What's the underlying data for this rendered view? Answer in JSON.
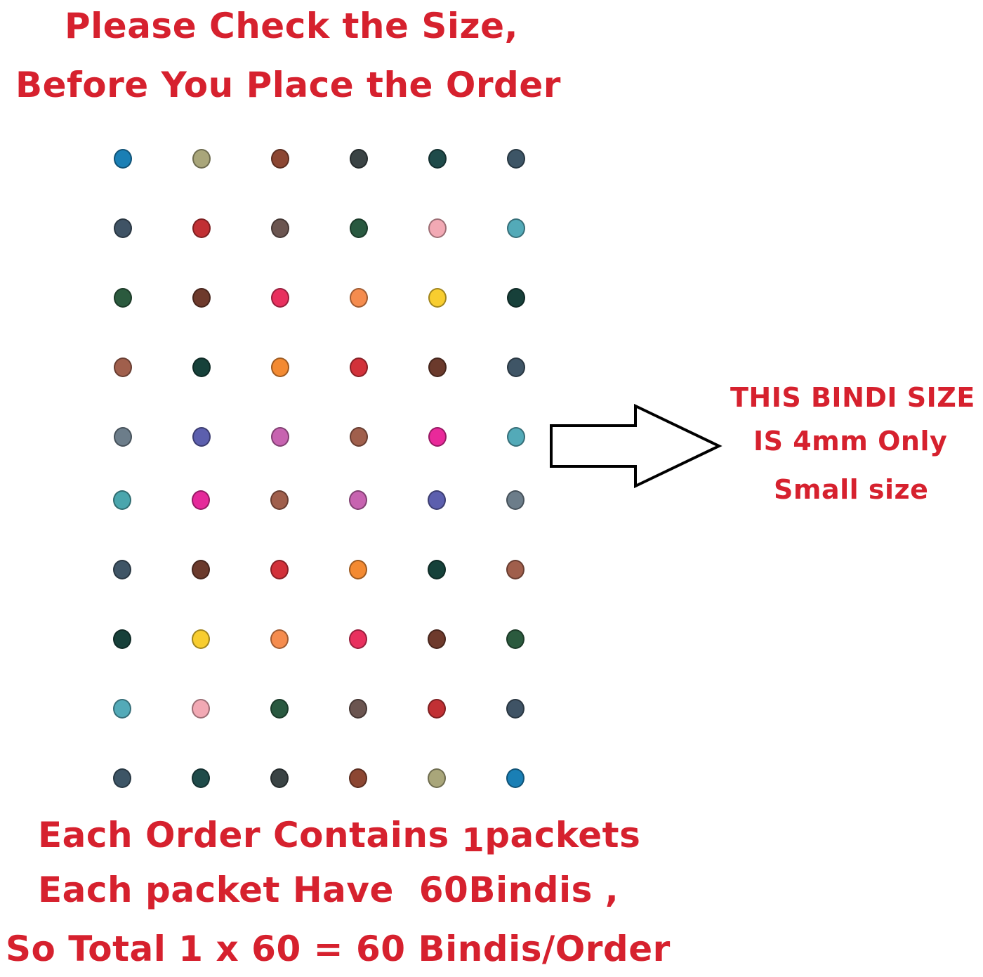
{
  "heading": {
    "line1": "Please Check the Size,",
    "line2": "Before You Place the Order"
  },
  "side_note": {
    "line1": "THIS BINDI SIZE",
    "line2": "IS 4mm Only",
    "line3": "Small size"
  },
  "footer": {
    "line1_text": "Each Order Contains",
    "line1_qty": "1",
    "line1_unit": "packets",
    "line2_text": "Each packet Have",
    "line2_qty": "60",
    "line2_unit": "Bindis ,",
    "line3_text": "So Total",
    "line3_calc": "1 x 60 = 60",
    "line3_unit": "Bindis/Order"
  },
  "colors": {
    "text_red": "#d6212e",
    "arrow_stroke": "#000000"
  },
  "arrow_icon": "right-arrow-outline",
  "dot_grid": {
    "columns": 6,
    "rows": 10,
    "col_x": [
      175,
      287,
      399,
      511,
      623,
      735
    ],
    "row_y": [
      226,
      325,
      424,
      523,
      622,
      712,
      811,
      910,
      1009,
      1108
    ],
    "colors": [
      [
        "#1a7fb5",
        "#a9a67a",
        "#8c4632",
        "#3a4344",
        "#1f4b4a",
        "#3d5566"
      ],
      [
        "#3f5365",
        "#c13034",
        "#6b5550",
        "#295940",
        "#f2a9b4",
        "#53aab8"
      ],
      [
        "#2b5a3e",
        "#6e3a2c",
        "#e8305e",
        "#f58c4e",
        "#f8cd2f",
        "#17403a"
      ],
      [
        "#a05f4c",
        "#16413a",
        "#f38a32",
        "#d2313a",
        "#6b3a2c",
        "#3f5566"
      ],
      [
        "#6c7d8a",
        "#5c5fae",
        "#c763b0",
        "#a05f4c",
        "#e9299a",
        "#53aab8"
      ],
      [
        "#4aa6ad",
        "#e5299a",
        "#a05f4c",
        "#c763b0",
        "#5c5fae",
        "#6c7d8a"
      ],
      [
        "#3f5566",
        "#6b3a2c",
        "#d2313a",
        "#f38a32",
        "#16413a",
        "#a05f4c"
      ],
      [
        "#17403a",
        "#f8cd2f",
        "#f58c4e",
        "#e8305e",
        "#6e3a2c",
        "#2b5a3e"
      ],
      [
        "#53aab8",
        "#f2a9b4",
        "#295940",
        "#6b5550",
        "#c13034",
        "#3f5365"
      ],
      [
        "#3d5566",
        "#1f4b4a",
        "#3a4344",
        "#8c4632",
        "#a9a67a",
        "#1a7fb5"
      ]
    ]
  }
}
